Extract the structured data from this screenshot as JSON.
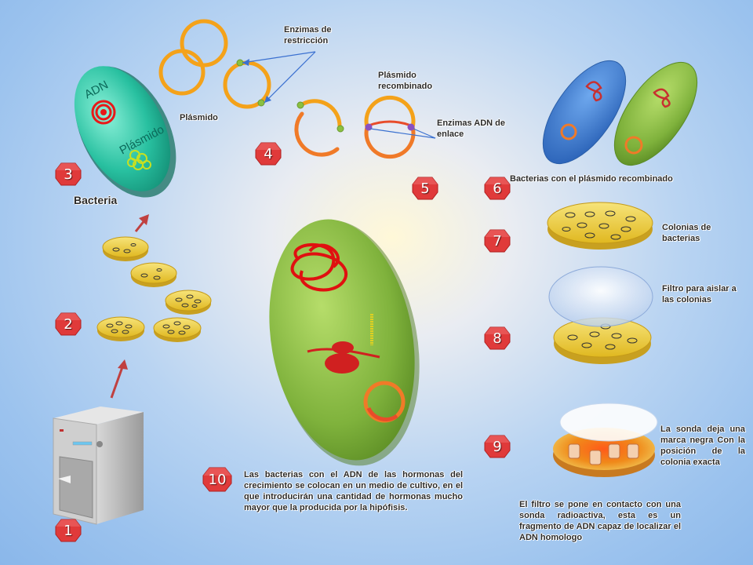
{
  "labels": {
    "enzimas_restriccion": "Enzimas de restricción",
    "plasmido": "Plásmido",
    "plasmido_recombinado": "Plásmido recombinado",
    "enzimas_adn_enlace": "Enzimas ADN de enlace",
    "bacterias_plasmido": "Bacterias con el plásmido recombinado",
    "colonias": "Colonias de bacterias",
    "filtro": "Filtro para aislar a las colonias",
    "sonda_marca": "La sonda deja una marca negra Con la posición de la colonia exacta",
    "filtro_contacto": "El filtro se pone en contacto con una sonda radioactiva, esta es un fragmento de ADN capaz de localizar el ADN homologo",
    "bacterias_hormonas": "Las bacterias con el ADN de las hormonas del crecimiento se colocan en un medio de cultivo, en el que introducirán una cantidad de hormonas mucho mayor que la producida por la hipófisis.",
    "bacteria": "Bacteria",
    "adn": "ADN",
    "plasmido_cell": "Plásmido"
  },
  "steps": [
    "1",
    "2",
    "3",
    "4",
    "5",
    "6",
    "7",
    "8",
    "9",
    "10"
  ],
  "colors": {
    "badge": "#e03a3a",
    "cell_green": "#7fb84a",
    "cell_blue": "#3f7fd0",
    "bacteria_teal": "#20b89a",
    "dish_yellow": "#f2d64a",
    "dna_red": "#e01010"
  }
}
